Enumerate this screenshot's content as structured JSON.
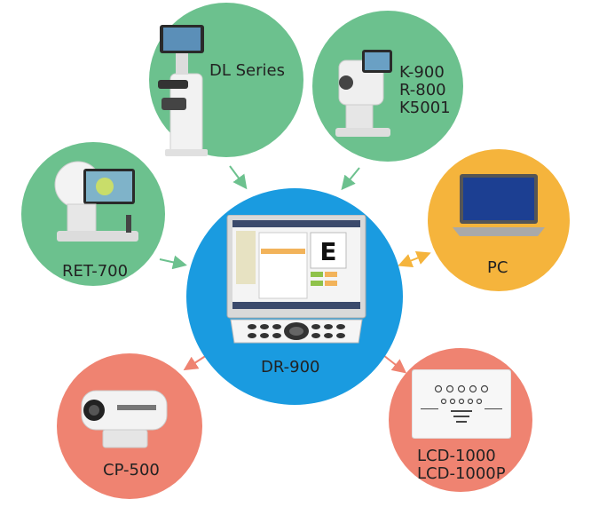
{
  "colors": {
    "green": "#6CC18E",
    "orange": "#F5B43C",
    "salmon": "#EF8371",
    "blue": "#1A9BE0"
  },
  "nodes": {
    "center": {
      "label": "DR-900"
    },
    "dl": {
      "label": "DL Series"
    },
    "k900": {
      "lines": [
        "K-900",
        "R-800",
        "K5001"
      ]
    },
    "ret700": {
      "label": "RET-700"
    },
    "pc": {
      "label": "PC"
    },
    "cp500": {
      "label": "CP-500"
    },
    "lcd": {
      "lines": [
        "LCD-1000",
        "LCD-1000P"
      ]
    }
  },
  "screen_eye_chart": {
    "letter": "E"
  }
}
